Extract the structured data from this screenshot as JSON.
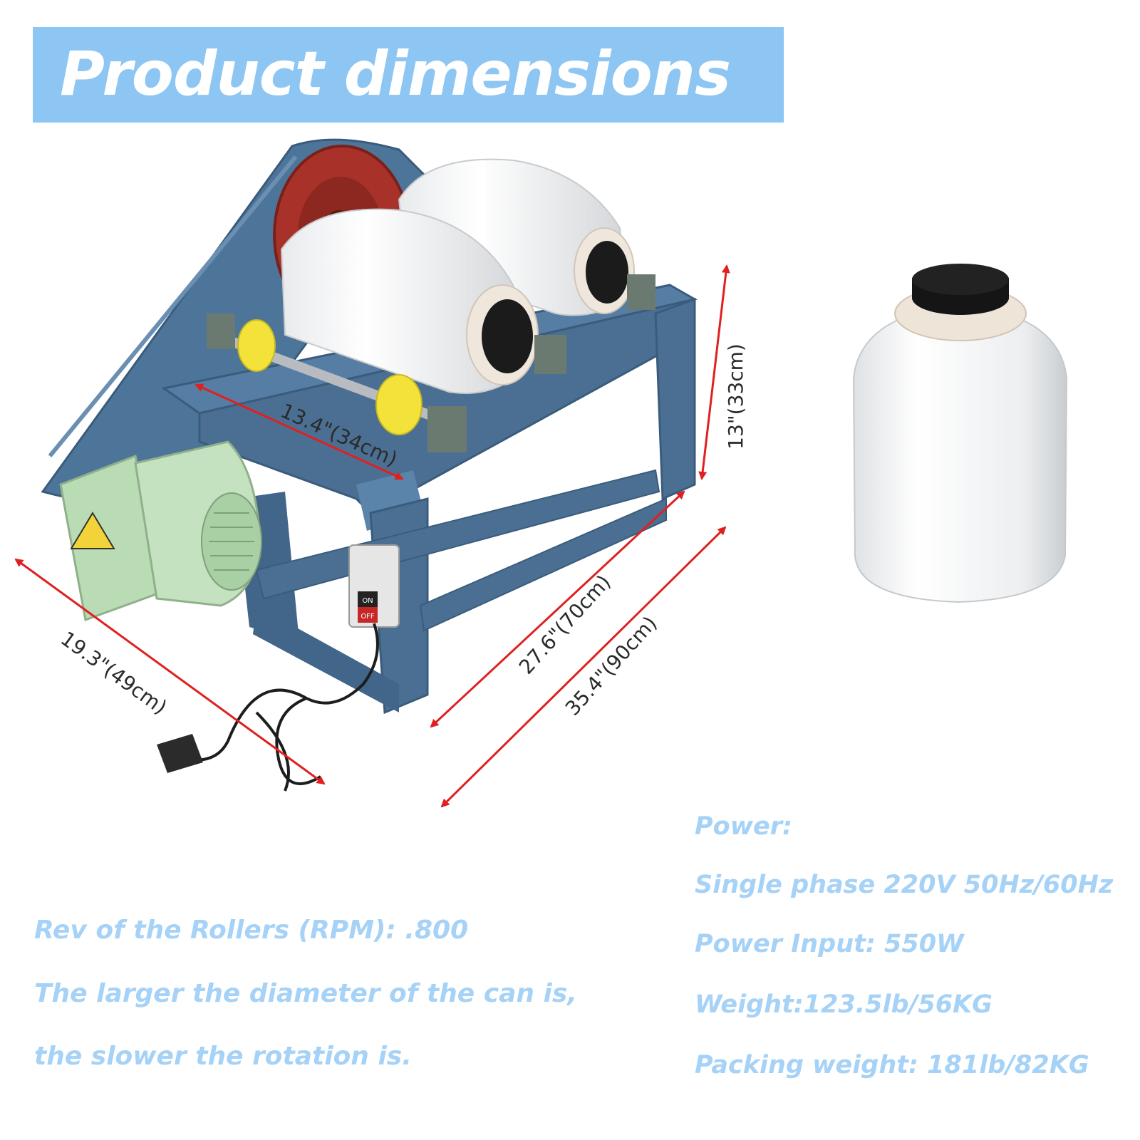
{
  "header": {
    "title": "Product dimensions"
  },
  "dimensions": {
    "roller_length": "13.4\"(34cm)",
    "height": "13\"(33cm)",
    "depth": "19.3\"(49cm)",
    "frame_length": "27.6\"(70cm)",
    "total_length": "35.4\"(90cm)"
  },
  "switch": {
    "on": "ON",
    "off": "OFF"
  },
  "specs_left": [
    "Rev of the Rollers (RPM): .800",
    "The larger the diameter of the can is,",
    "the slower the rotation is."
  ],
  "specs_right": [
    "Power:",
    "Single phase 220V 50Hz/60Hz",
    "Power Input: 550W",
    "Weight:123.5lb/56KG",
    "Packing weight: 181lb/82KG"
  ],
  "colors": {
    "banner": "#8dc5f3",
    "spec_text": "#a5d2f6",
    "frame": "#4a6f93",
    "arrow": "#e02020",
    "motor": "#b9dcb4"
  }
}
